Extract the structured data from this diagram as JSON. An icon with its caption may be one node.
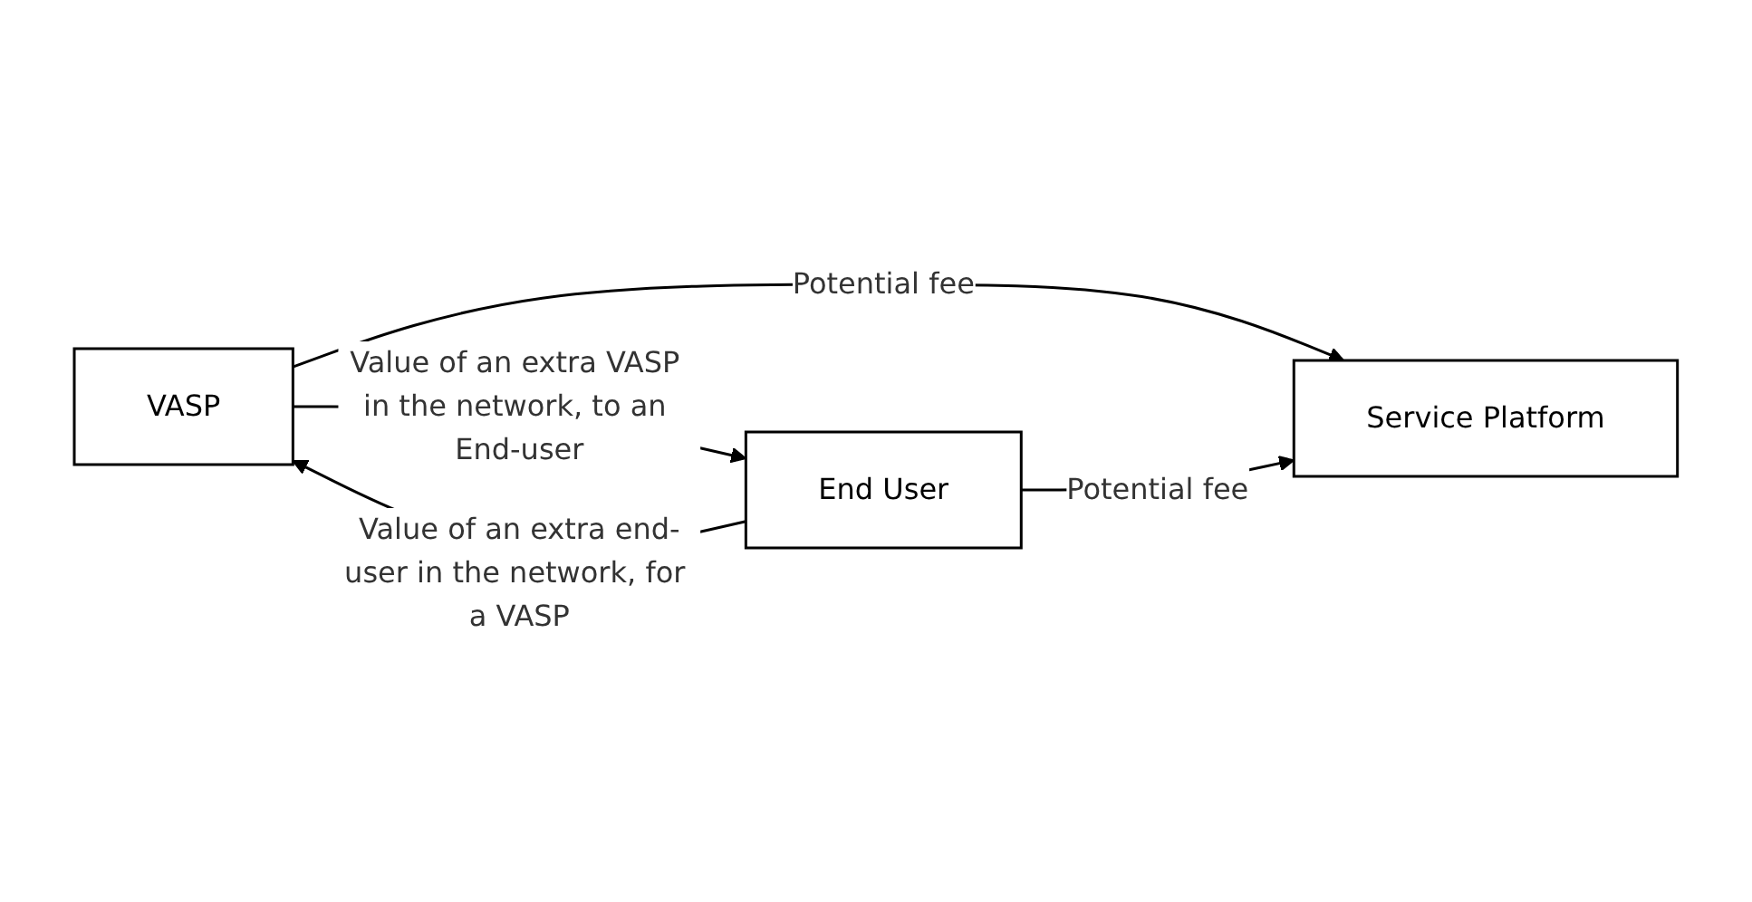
{
  "diagram": {
    "nodes": [
      {
        "text": [
          "VASP"
        ]
      },
      {
        "text": [
          "Service Platform"
        ]
      },
      {
        "text": [
          "End User"
        ]
      }
    ],
    "edges": [
      {
        "from": 0,
        "to": 2,
        "arrow": "to",
        "label": "Value of an extra VASP in the network, to an End-user"
      },
      {
        "from": 0,
        "to": 1,
        "arrow": "to",
        "label": "Potential fee"
      },
      {
        "from": 2,
        "to": 1,
        "arrow": "to",
        "label": "Potential fee"
      },
      {
        "from": 2,
        "to": 0,
        "arrow": "to",
        "label": "Value of an extra end-user in the network, for a VASP"
      }
    ]
  }
}
